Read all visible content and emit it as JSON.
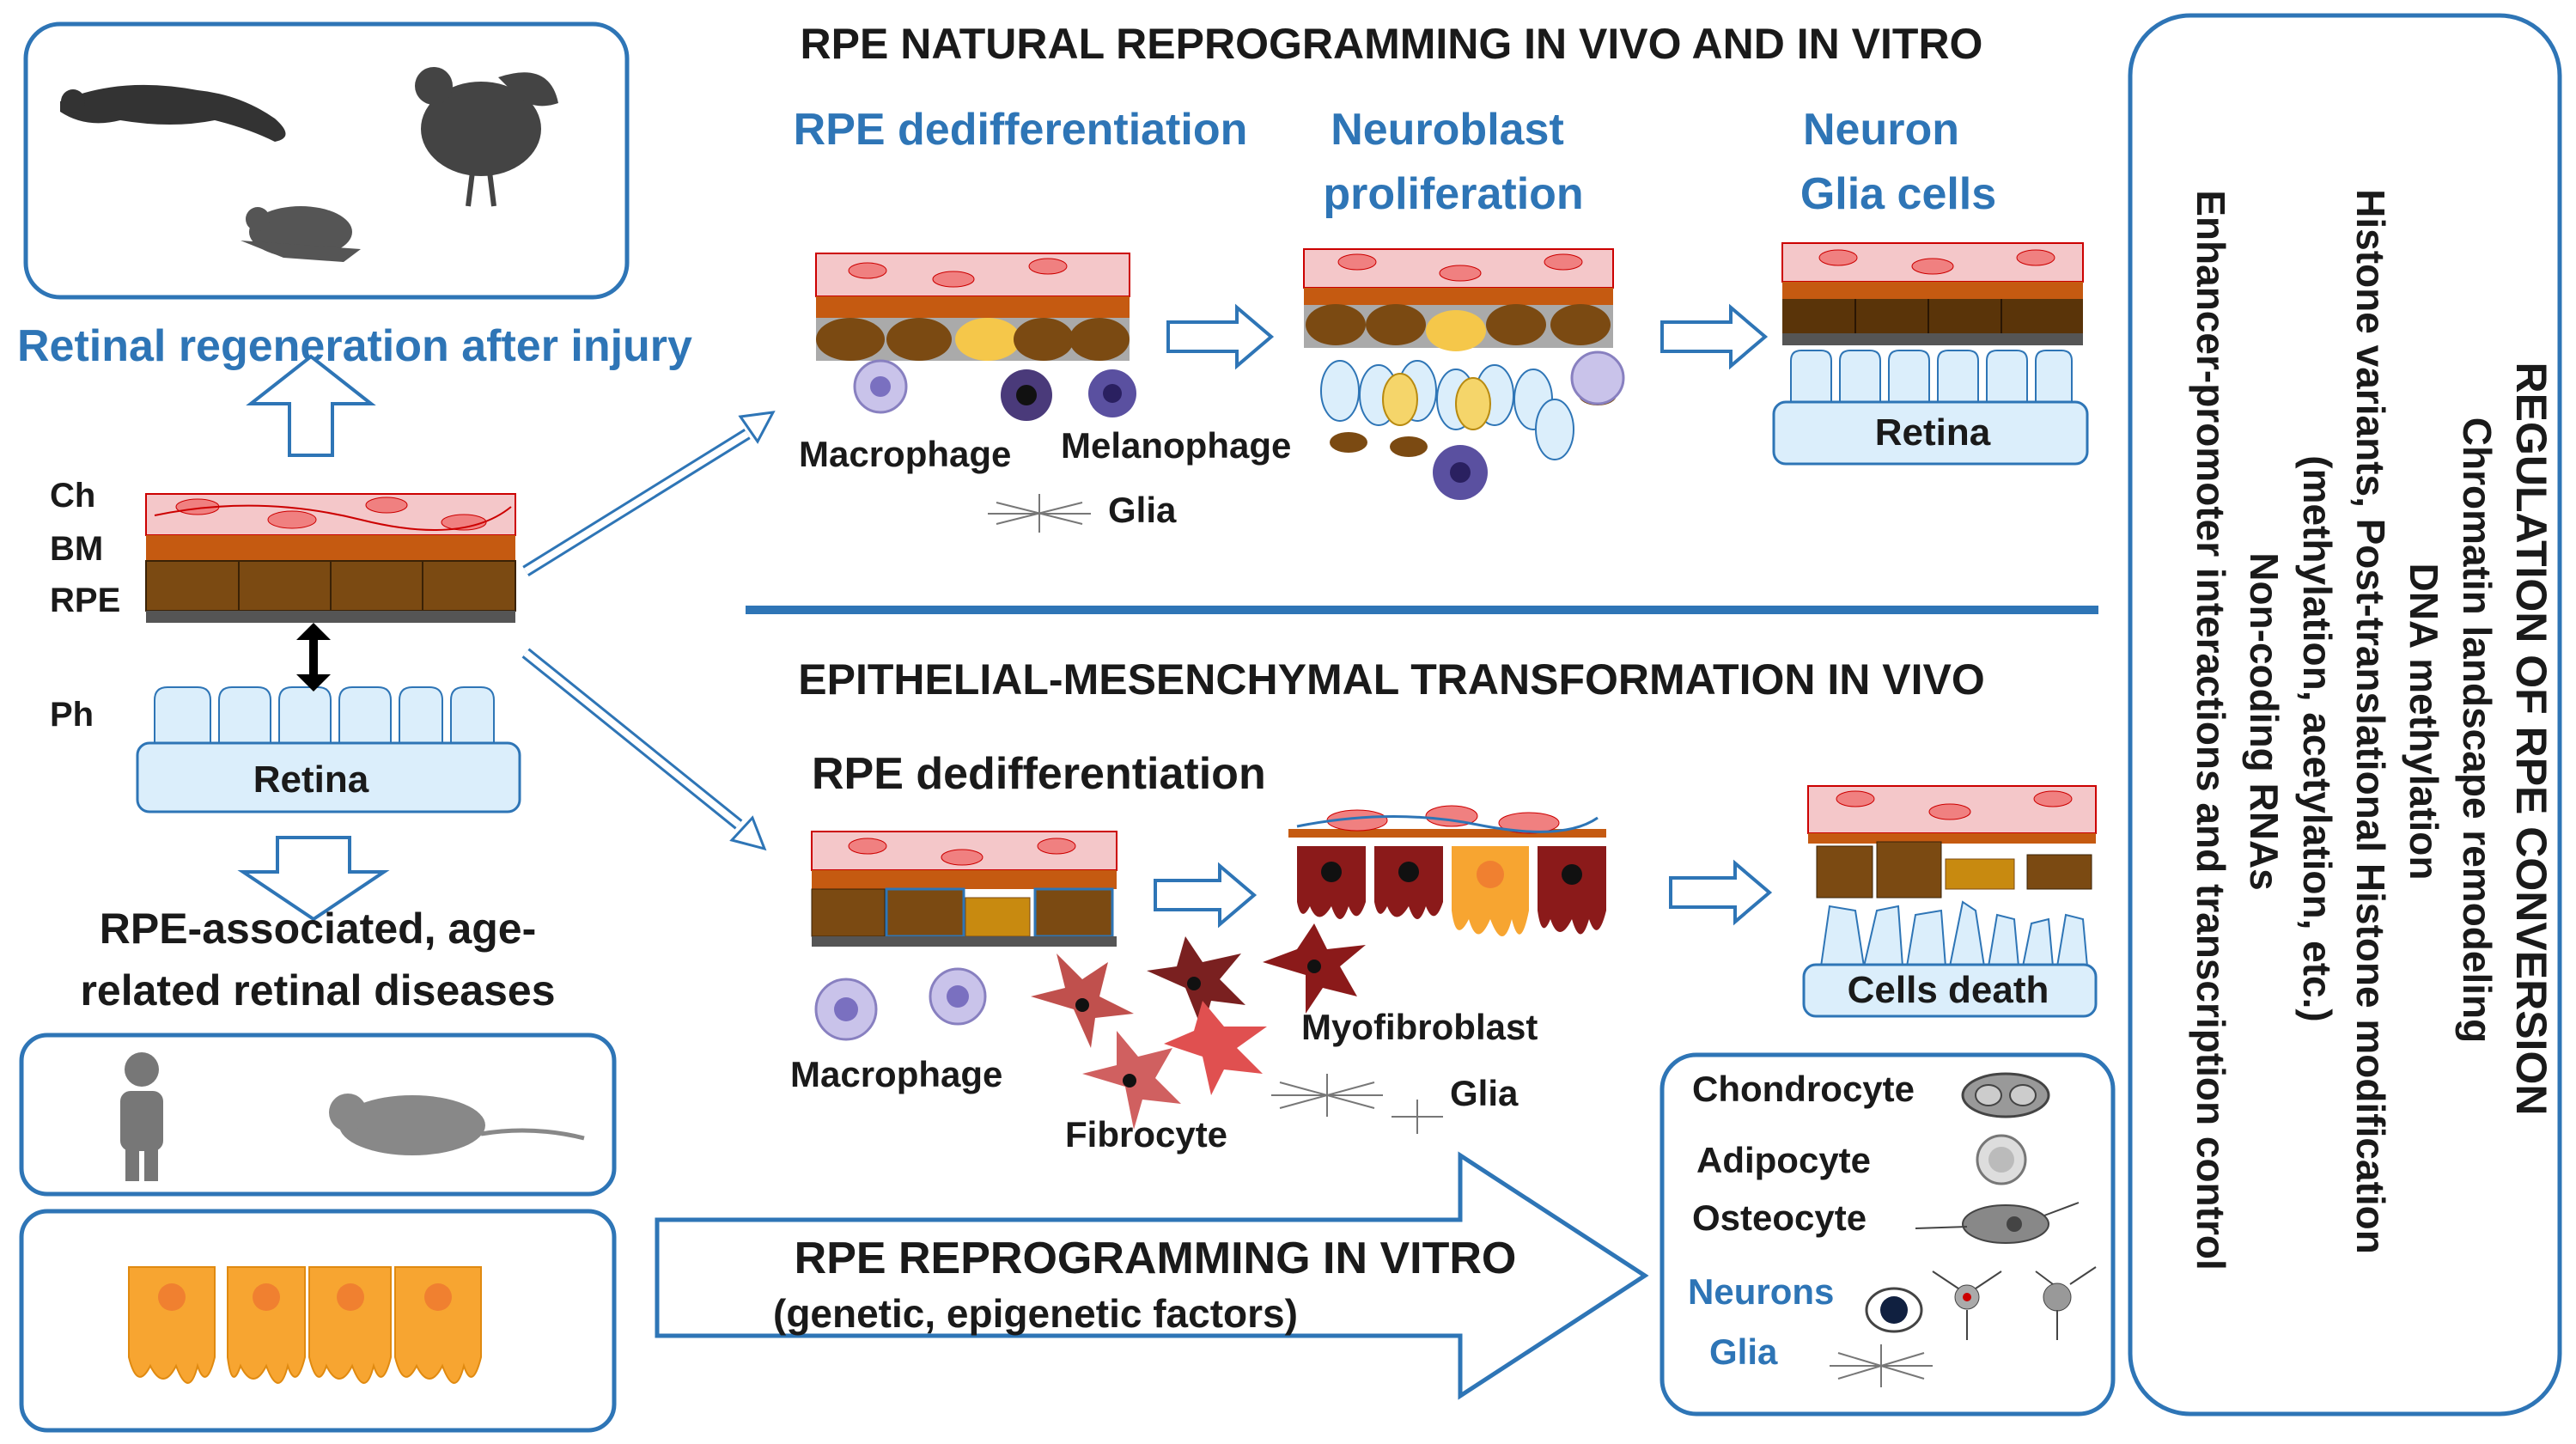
{
  "title_top": "RPE NATURAL REPROGRAMMING IN VIVO AND IN VITRO",
  "title_emt": "EPITHELIAL-MESENCHYMAL TRANSFORMATION IN VIVO",
  "left": {
    "regeneration": "Retinal regeneration after injury",
    "layers": {
      "ch": "Ch",
      "bm": "BM",
      "rpe": "RPE",
      "ph": "Ph",
      "retina": "Retina"
    },
    "diseases_line1": "RPE-associated, age-",
    "diseases_line2": "related retinal diseases"
  },
  "top_row": {
    "stage1": "RPE dedifferentiation",
    "stage2_line1": "Neuroblast",
    "stage2_line2": "proliferation",
    "stage3_line1": "Neuron",
    "stage3_line2": "Glia cells",
    "macrophage": "Macrophage",
    "melanophage": "Melanophage",
    "glia": "Glia",
    "retina": "Retina"
  },
  "emt_row": {
    "stage1": "RPE dedifferentiation",
    "macrophage": "Macrophage",
    "myofibroblast": "Myofibroblast",
    "fibrocyte": "Fibrocyte",
    "glia": "Glia",
    "cells_death": "Cells death"
  },
  "vitro": {
    "title": "RPE REPROGRAMMING IN VITRO",
    "subtitle": "(genetic, epigenetic factors)"
  },
  "cell_types": {
    "chondrocyte": "Chondrocyte",
    "adipocyte": "Adipocyte",
    "osteocyte": "Osteocyte",
    "neurons": "Neurons",
    "glia": "Glia"
  },
  "regulation": {
    "title": "REGULATION OF RPE CONVERSION",
    "items": [
      "Chromatin landscape remodeling",
      "DNA methylation",
      "Histone variants, Post-translational Histone modification",
      "(methylation, acetylation, etc.)",
      "Non-coding RNAs",
      "Enhancer-promoter interactions and transcription control"
    ]
  },
  "colors": {
    "accent_blue": "#2e75b6",
    "choroid_pink": "#f4c7c9",
    "bm_orange": "#c55a11",
    "rpe_brown": "#7b4a12",
    "retina_blue": "#dbeefb",
    "cell_orange": "#f7a531"
  }
}
